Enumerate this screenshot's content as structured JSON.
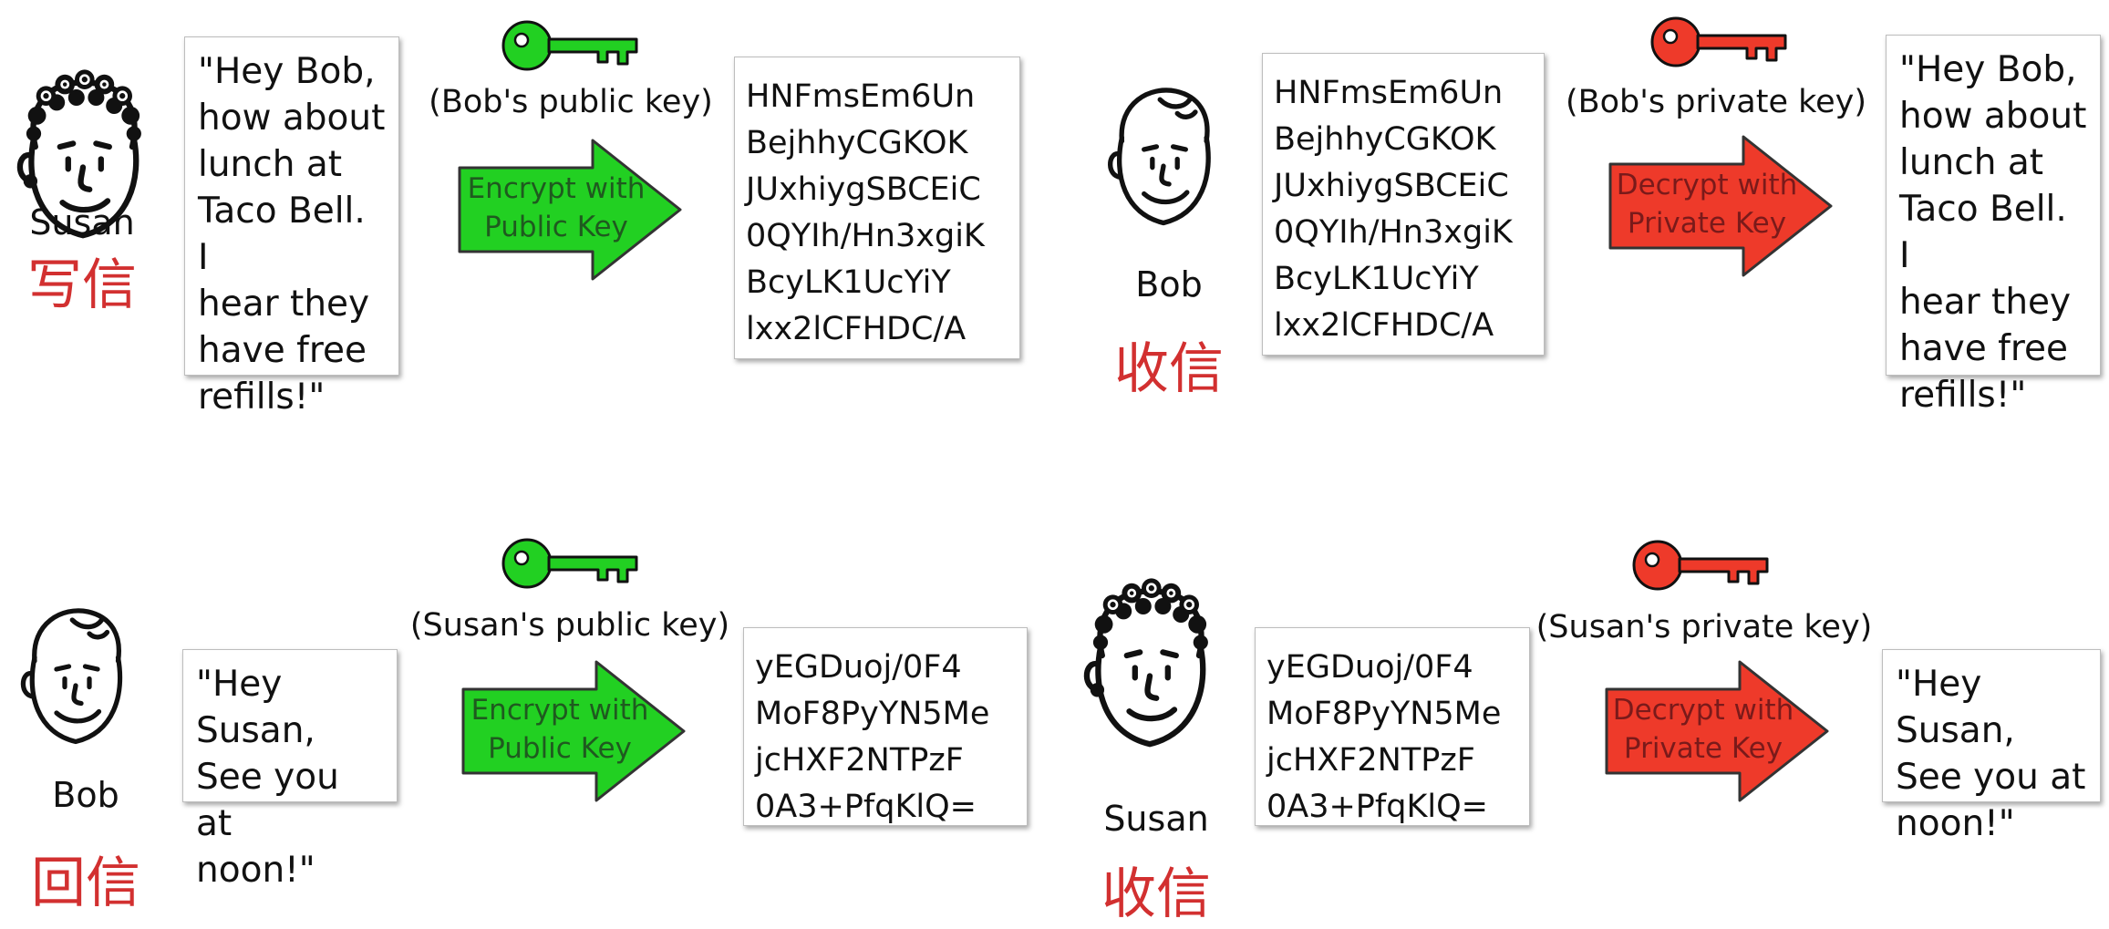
{
  "colors": {
    "public_key": "#22d022",
    "private_key": "#ee3a2a",
    "stage_label": "#d23030"
  },
  "rows": [
    {
      "sender": {
        "name": "Susan",
        "stage": "写信",
        "face": "curly-hair-face-icon"
      },
      "plaintext": "\"Hey Bob,\nhow about\nlunch at\nTaco Bell. I\nhear they\nhave free\nrefills!\"",
      "encrypt": {
        "key_label": "(Bob's public key)",
        "arrow_text": "Encrypt with\nPublic Key"
      },
      "ciphertext": "HNFmsEm6Un\nBejhhyCGKOK\nJUxhiygSBCEiC\n0QYIh/Hn3xgiK\nBcyLK1UcYiY\nlxx2lCFHDC/A",
      "receiver": {
        "name": "Bob",
        "stage": "收信",
        "face": "bob-face-icon"
      },
      "received_ciphertext": "HNFmsEm6Un\nBejhhyCGKOK\nJUxhiygSBCEiC\n0QYIh/Hn3xgiK\nBcyLK1UcYiY\nlxx2lCFHDC/A",
      "decrypt": {
        "key_label": "(Bob's private key)",
        "arrow_text": "Decrypt with\nPrivate Key"
      },
      "decrypted": "\"Hey Bob,\nhow about\nlunch at\nTaco Bell. I\nhear they\nhave free\nrefills!\""
    },
    {
      "sender": {
        "name": "Bob",
        "stage": "回信",
        "face": "bob-face-icon"
      },
      "plaintext": "\"Hey Susan,\nSee you at\nnoon!\"",
      "encrypt": {
        "key_label": "(Susan's public key)",
        "arrow_text": "Encrypt with\nPublic Key"
      },
      "ciphertext": "yEGDuoj/0F4\nMoF8PyYN5Me\njcHXF2NTPzF\n0A3+PfqKlQ=",
      "receiver": {
        "name": "Susan",
        "stage": "收信",
        "face": "curly-hair-face-icon"
      },
      "received_ciphertext": "yEGDuoj/0F4\nMoF8PyYN5Me\njcHXF2NTPzF\n0A3+PfqKlQ=",
      "decrypt": {
        "key_label": "(Susan's private key)",
        "arrow_text": "Decrypt with\nPrivate Key"
      },
      "decrypted": "\"Hey Susan,\nSee you at\nnoon!\""
    }
  ]
}
